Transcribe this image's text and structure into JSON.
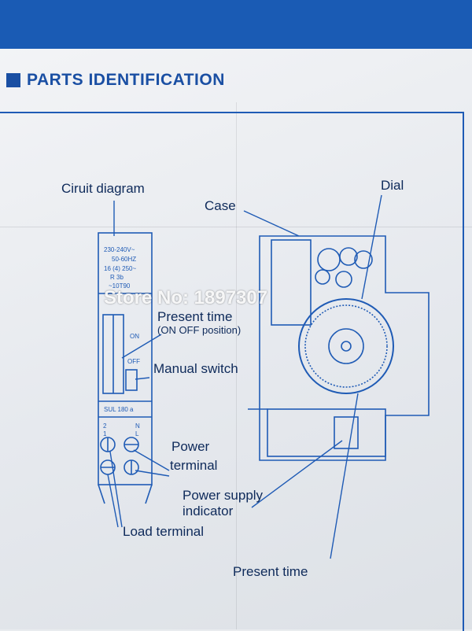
{
  "header": {
    "title": "PARTS IDENTIFICATION"
  },
  "labels": {
    "circuit_diagram": "Ciruit diagram",
    "case": "Case",
    "dial": "Dial",
    "present_time_on_off": "Present time",
    "on_off_position": "(ON OFF position)",
    "manual_switch": "Manual switch",
    "power_terminal_1": "Power",
    "power_terminal_2": "terminal",
    "power_supply_indicator_1": "Power supply",
    "power_supply_indicator_2": "indicator",
    "load_terminal": "Load terminal",
    "present_time_dial": "Present time"
  },
  "device_face": {
    "rating_1": "230-240V~",
    "rating_2": "50-60HZ",
    "rating_3": "16 (4) 250~",
    "rating_4": "R    3b",
    "rating_5": "~10T90",
    "on": "ON",
    "off": "OFF",
    "model": "SUL 180 a",
    "term_2": "2",
    "term_1": "1",
    "term_n": "N",
    "term_l": "L"
  },
  "watermark": "Store No: 1897307",
  "colors": {
    "ink": "#1f5bb5",
    "band": "#1a5bb4",
    "text": "#0e2a5a"
  }
}
